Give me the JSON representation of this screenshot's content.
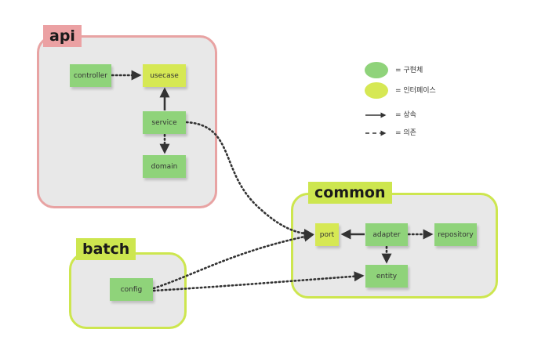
{
  "groups": {
    "api": "api",
    "common": "common",
    "batch": "batch"
  },
  "nodes": {
    "controller": "controller",
    "usecase": "usecase",
    "service": "service",
    "domain": "domain",
    "port": "port",
    "adapter": "adapter",
    "repository": "repository",
    "entity": "entity",
    "config": "config"
  },
  "legend": {
    "implementation": "= 구현체",
    "interface": "= 인터페이스",
    "inheritance": "= 상속",
    "dependency": "= 의존"
  },
  "colors": {
    "implementation": "#8fd37a",
    "interface": "#d6e854",
    "api_border": "#e8a3a3",
    "module_border": "#cde64f"
  }
}
